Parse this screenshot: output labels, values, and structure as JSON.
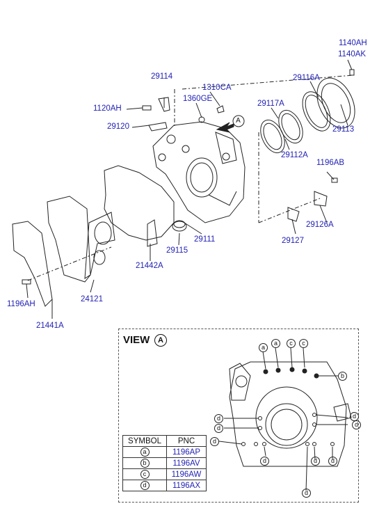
{
  "labels": {
    "p1140AH": "1140AH",
    "p1140AK": "1140AK",
    "p29114": "29114",
    "p1310CA": "1310CA",
    "p1120AH": "1120AH",
    "p1360GE": "1360GE",
    "p29116A": "29116A",
    "p29117A": "29117A",
    "p29113": "29113",
    "p29120": "29120",
    "p29112A": "29112A",
    "p1196AB": "1196AB",
    "p29126A": "29126A",
    "p29127": "29127",
    "p29111": "29111",
    "p29115": "29115",
    "p21442A": "21442A",
    "p24121": "24121",
    "p1196AH": "1196AH",
    "p21441A": "21441A"
  },
  "view": {
    "title": "VIEW",
    "marker": "A"
  },
  "table": {
    "header_symbol": "SYMBOL",
    "header_pnc": "PNC",
    "rows": [
      {
        "symbol": "a",
        "pnc": "1196AP"
      },
      {
        "symbol": "b",
        "pnc": "1196AV"
      },
      {
        "symbol": "c",
        "pnc": "1196AW"
      },
      {
        "symbol": "d",
        "pnc": "1196AX"
      }
    ]
  },
  "callouts": {
    "a": "a",
    "b": "b",
    "c": "c",
    "d": "d"
  },
  "colors": {
    "label": "#1f1fb4",
    "line": "#222222"
  }
}
